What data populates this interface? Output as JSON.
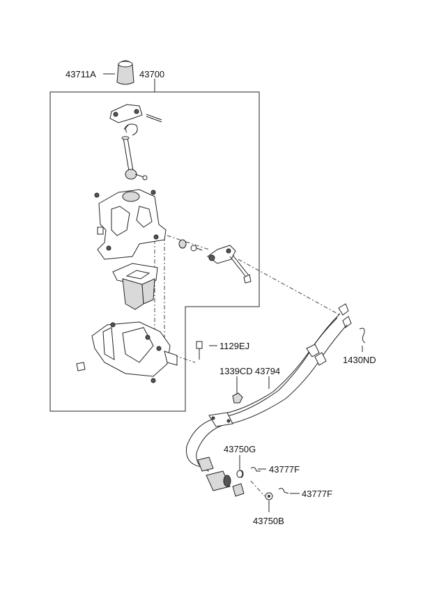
{
  "diagram": {
    "labels": {
      "knob": "43711A",
      "lever_assy": "43700",
      "bolt": "1129EJ",
      "clip": "1430ND",
      "nut": "1339CD",
      "cable": "43794",
      "washer_g": "43750G",
      "pin_f_upper": "43777F",
      "pin_f_lower": "43777F",
      "washer_b": "43750B"
    }
  }
}
